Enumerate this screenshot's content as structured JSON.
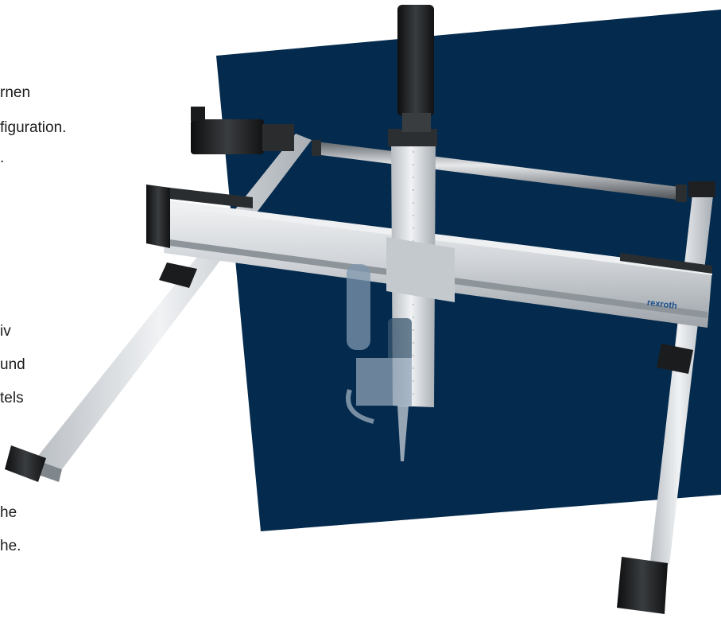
{
  "copy": {
    "line1": "rnen",
    "line2": "figuration.",
    "line3": ".",
    "line4": "iv",
    "line5": "und",
    "line6": "tels",
    "line7": "he",
    "line8": "he."
  },
  "product": {
    "brand_label": "rexroth"
  },
  "colors": {
    "panel": "#042a4d",
    "aluminium": "#d2d6da",
    "dark": "#1e2022"
  }
}
